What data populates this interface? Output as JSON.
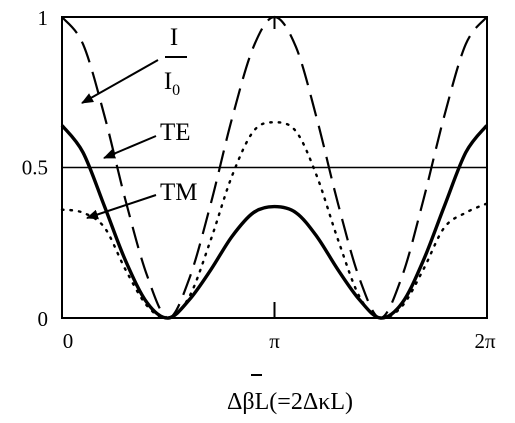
{
  "chart_data": {
    "type": "line",
    "xlabel_main": "ΔβL",
    "xlabel_paren": "(=2ΔκL)",
    "x_ticks": [
      {
        "value": 0,
        "label": "0"
      },
      {
        "value": 3.14159,
        "label": "π"
      },
      {
        "value": 6.28319,
        "label": "2π"
      }
    ],
    "y_ticks": [
      {
        "value": 0,
        "label": "0"
      },
      {
        "value": 0.5,
        "label": "0.5"
      },
      {
        "value": 1,
        "label": "1"
      }
    ],
    "xlim": [
      0,
      6.28319
    ],
    "ylim": [
      0,
      1
    ],
    "grid": false,
    "reference_line": {
      "y": 0.5
    },
    "annotations": {
      "ratio_numerator": "I",
      "ratio_denominator": "I",
      "ratio_subscript": "0",
      "te": "TE",
      "tm": "TM"
    },
    "series": [
      {
        "style": "dashed",
        "x": [
          0,
          0.31,
          0.63,
          0.94,
          1.26,
          1.57,
          1.88,
          2.2,
          2.51,
          2.83,
          3.14,
          3.46,
          3.77,
          4.08,
          4.4,
          4.71,
          5.03,
          5.34,
          5.65,
          5.97,
          6.28
        ],
        "values": [
          1.0,
          0.91,
          0.67,
          0.39,
          0.14,
          0.0,
          0.13,
          0.38,
          0.66,
          0.9,
          1.0,
          0.9,
          0.66,
          0.38,
          0.13,
          0.0,
          0.14,
          0.39,
          0.67,
          0.91,
          1.0
        ]
      },
      {
        "style": "solid",
        "x": [
          0,
          0.31,
          0.63,
          0.94,
          1.26,
          1.57,
          1.88,
          2.2,
          2.51,
          2.83,
          3.14,
          3.46,
          3.77,
          4.08,
          4.4,
          4.71,
          5.03,
          5.34,
          5.65,
          5.97,
          6.28
        ],
        "values": [
          0.64,
          0.55,
          0.37,
          0.19,
          0.05,
          0.0,
          0.06,
          0.16,
          0.27,
          0.35,
          0.37,
          0.35,
          0.27,
          0.16,
          0.06,
          0.0,
          0.05,
          0.19,
          0.37,
          0.55,
          0.64
        ]
      },
      {
        "style": "dotted",
        "x": [
          0,
          0.31,
          0.63,
          0.94,
          1.26,
          1.57,
          1.88,
          2.2,
          2.51,
          2.83,
          3.14,
          3.46,
          3.77,
          4.08,
          4.4,
          4.71,
          5.03,
          5.34,
          5.65,
          5.97,
          6.28
        ],
        "values": [
          0.36,
          0.35,
          0.3,
          0.16,
          0.04,
          0.0,
          0.07,
          0.26,
          0.47,
          0.62,
          0.65,
          0.62,
          0.47,
          0.26,
          0.07,
          0.0,
          0.04,
          0.16,
          0.3,
          0.35,
          0.38
        ]
      }
    ]
  }
}
